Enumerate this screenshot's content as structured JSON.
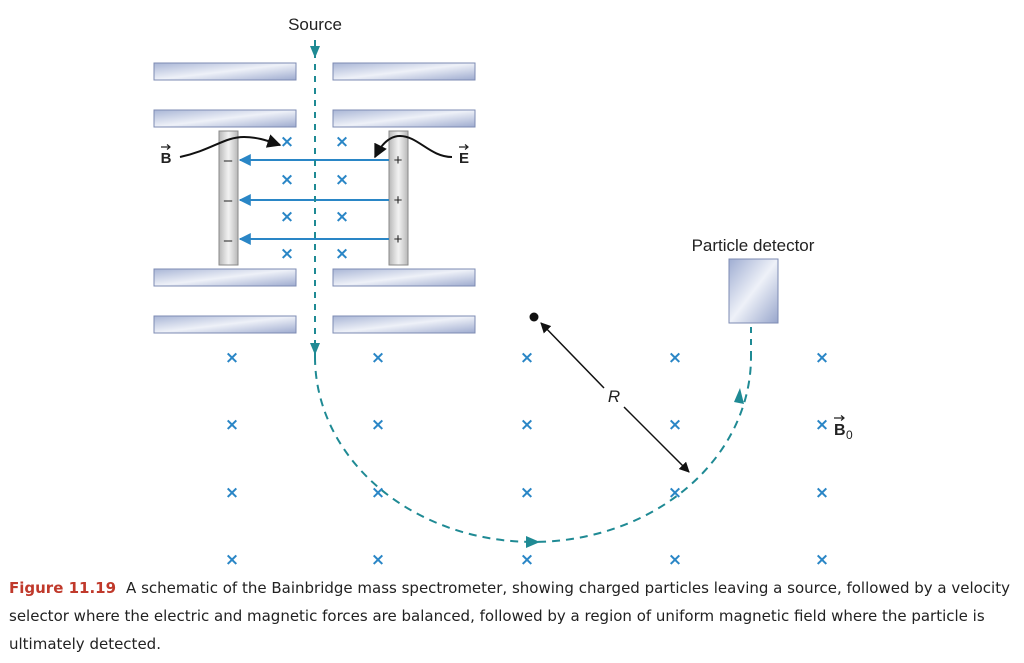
{
  "labels": {
    "source": "Source",
    "particle_detector": "Particle detector",
    "radius": "R",
    "b_field": "B",
    "e_field": "E",
    "b0_field": "B",
    "b0_subscript": "0"
  },
  "plate_signs": {
    "left": [
      "–",
      "–",
      "–"
    ],
    "right": [
      "+",
      "+",
      "+"
    ]
  },
  "field_mark": "×",
  "caption": {
    "figure_label": "Figure 11.19",
    "text": "A schematic of the Bainbridge mass spectrometer, showing charged particles leaving a source, followed by a velocity selector where the electric and magnetic forces are balanced, followed by a region of uniform magnetic field where the particle is ultimately detected."
  },
  "colors": {
    "field_mark": "#2a86c6",
    "path": "#1f8a94",
    "e_field_arrow": "#2a86c6",
    "caption_label": "#c0392b",
    "plate": "#c7d1e6"
  }
}
